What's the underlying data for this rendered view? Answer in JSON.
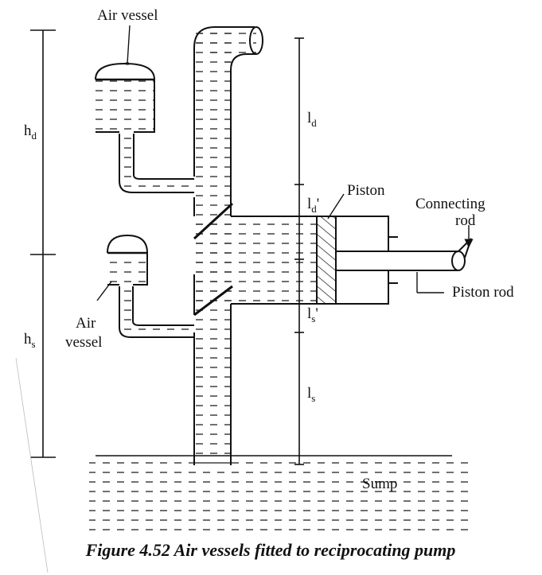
{
  "labels": {
    "air_vessel_top": "Air vessel",
    "air_vessel_bottom_line1": "Air",
    "air_vessel_bottom_line2": "vessel",
    "h_d_base": "h",
    "h_d_sub": "d",
    "h_s_base": "h",
    "h_s_sub": "s",
    "l_d_base": "l",
    "l_d_sub": "d",
    "l_dp_base": "l",
    "l_dp_sub": "d",
    "l_dp_prime": "'",
    "l_sp_base": "l",
    "l_sp_sub": "s",
    "l_sp_prime": "'",
    "l_s_base": "l",
    "l_s_sub": "s",
    "piston": "Piston",
    "connecting_rod_line1": "Connecting",
    "connecting_rod_line2": "rod",
    "piston_rod": "Piston rod",
    "sump": "Sump"
  },
  "caption": "Figure 4.52 Air vessels fitted to reciprocating pump"
}
